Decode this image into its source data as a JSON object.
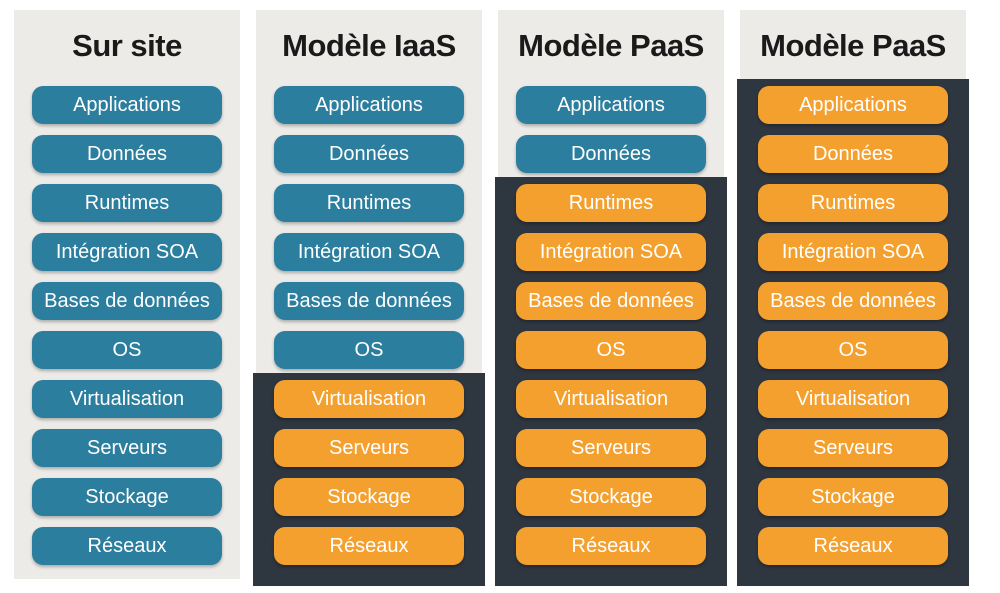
{
  "colors": {
    "page_background": "#FFFFFF",
    "column_background": "#ECEBE8",
    "provider_panel_dark": "#2E3640",
    "pill_blue": "#2B7E9D",
    "pill_orange": "#F4A02F",
    "pill_text": "#FFFFFF",
    "title_text": "#1A1A1A"
  },
  "diagram": {
    "columns": [
      {
        "title": "Sur site",
        "dark_start_row": null,
        "items": [
          {
            "label": "Applications",
            "color": "blue"
          },
          {
            "label": "Données",
            "color": "blue"
          },
          {
            "label": "Runtimes",
            "color": "blue"
          },
          {
            "label": "Intégration SOA",
            "color": "blue"
          },
          {
            "label": "Bases de données",
            "color": "blue"
          },
          {
            "label": "OS",
            "color": "blue"
          },
          {
            "label": "Virtualisation",
            "color": "blue"
          },
          {
            "label": "Serveurs",
            "color": "blue"
          },
          {
            "label": "Stockage",
            "color": "blue"
          },
          {
            "label": "Réseaux",
            "color": "blue"
          }
        ]
      },
      {
        "title": "Modèle IaaS",
        "dark_start_row": 6,
        "items": [
          {
            "label": "Applications",
            "color": "blue"
          },
          {
            "label": "Données",
            "color": "blue"
          },
          {
            "label": "Runtimes",
            "color": "blue"
          },
          {
            "label": "Intégration SOA",
            "color": "blue"
          },
          {
            "label": "Bases de données",
            "color": "blue"
          },
          {
            "label": "OS",
            "color": "blue"
          },
          {
            "label": "Virtualisation",
            "color": "orange"
          },
          {
            "label": "Serveurs",
            "color": "orange"
          },
          {
            "label": "Stockage",
            "color": "orange"
          },
          {
            "label": "Réseaux",
            "color": "orange"
          }
        ]
      },
      {
        "title": "Modèle PaaS",
        "dark_start_row": 2,
        "items": [
          {
            "label": "Applications",
            "color": "blue"
          },
          {
            "label": "Données",
            "color": "blue"
          },
          {
            "label": "Runtimes",
            "color": "orange"
          },
          {
            "label": "Intégration SOA",
            "color": "orange"
          },
          {
            "label": "Bases de données",
            "color": "orange"
          },
          {
            "label": "OS",
            "color": "orange"
          },
          {
            "label": "Virtualisation",
            "color": "orange"
          },
          {
            "label": "Serveurs",
            "color": "orange"
          },
          {
            "label": "Stockage",
            "color": "orange"
          },
          {
            "label": "Réseaux",
            "color": "orange"
          }
        ]
      },
      {
        "title": "Modèle PaaS",
        "dark_start_row": 0,
        "items": [
          {
            "label": "Applications",
            "color": "orange"
          },
          {
            "label": "Données",
            "color": "orange"
          },
          {
            "label": "Runtimes",
            "color": "orange"
          },
          {
            "label": "Intégration SOA",
            "color": "orange"
          },
          {
            "label": "Bases de données",
            "color": "orange"
          },
          {
            "label": "OS",
            "color": "orange"
          },
          {
            "label": "Virtualisation",
            "color": "orange"
          },
          {
            "label": "Serveurs",
            "color": "orange"
          },
          {
            "label": "Stockage",
            "color": "orange"
          },
          {
            "label": "Réseaux",
            "color": "orange"
          }
        ]
      }
    ]
  }
}
